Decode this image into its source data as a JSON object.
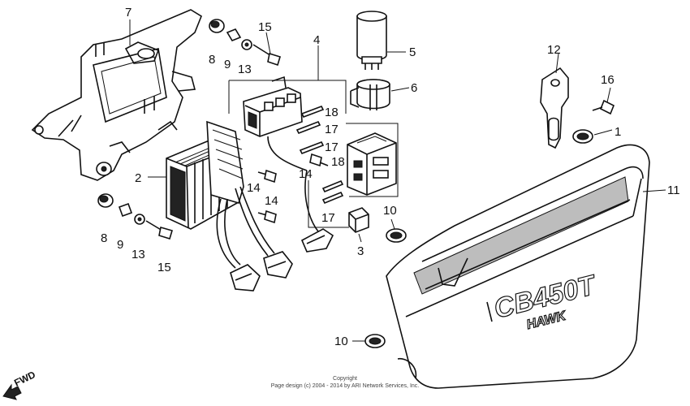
{
  "callouts": [
    {
      "id": "c7",
      "text": "7"
    },
    {
      "id": "c8a",
      "text": "8"
    },
    {
      "id": "c9a",
      "text": "9"
    },
    {
      "id": "c13a",
      "text": "13"
    },
    {
      "id": "c15a",
      "text": "15"
    },
    {
      "id": "c4",
      "text": "4"
    },
    {
      "id": "c5",
      "text": "5"
    },
    {
      "id": "c6",
      "text": "6"
    },
    {
      "id": "c12",
      "text": "12"
    },
    {
      "id": "c16",
      "text": "16"
    },
    {
      "id": "c1",
      "text": "1"
    },
    {
      "id": "c18a",
      "text": "18"
    },
    {
      "id": "c17a",
      "text": "17"
    },
    {
      "id": "c17b",
      "text": "17"
    },
    {
      "id": "c14a",
      "text": "14"
    },
    {
      "id": "c18b",
      "text": "18"
    },
    {
      "id": "c2",
      "text": "2"
    },
    {
      "id": "c14b",
      "text": "14"
    },
    {
      "id": "c14c",
      "text": "14"
    },
    {
      "id": "c17c",
      "text": "17"
    },
    {
      "id": "c11",
      "text": "11"
    },
    {
      "id": "c10a",
      "text": "10"
    },
    {
      "id": "c3",
      "text": "3"
    },
    {
      "id": "c8b",
      "text": "8"
    },
    {
      "id": "c9b",
      "text": "9"
    },
    {
      "id": "c13b",
      "text": "13"
    },
    {
      "id": "c15b",
      "text": "15"
    },
    {
      "id": "c10b",
      "text": "10"
    }
  ],
  "cover_badge": {
    "model": "CB450T",
    "name": "HAWK"
  },
  "direction": {
    "label": "FWD"
  },
  "footer": {
    "line1": "Copyright",
    "line2": "Page design (c) 2004 - 2014 by ARI Network Services, Inc."
  }
}
